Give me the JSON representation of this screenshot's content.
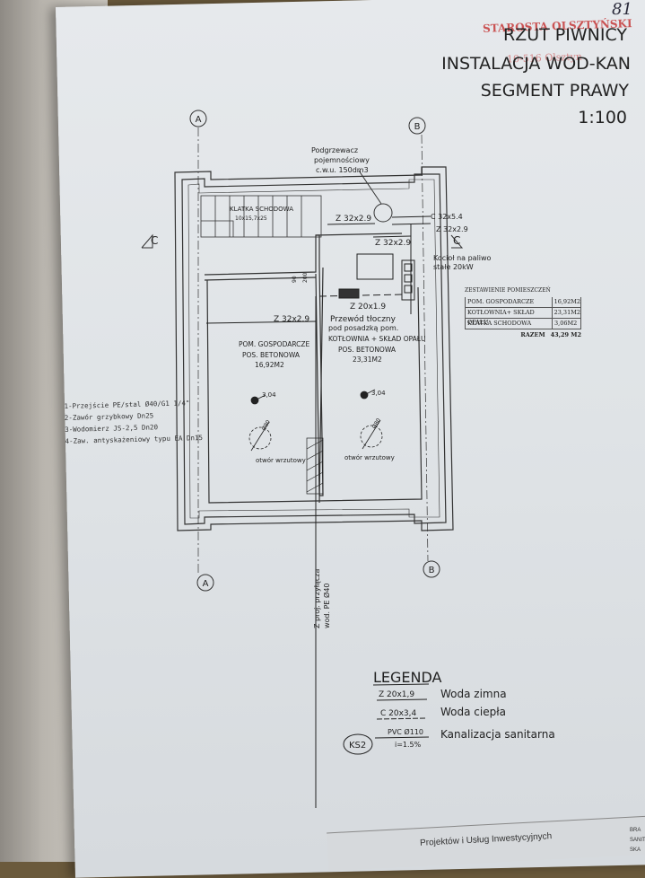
{
  "page_number": "81",
  "stamp": {
    "line1": "STAROSTA OLSZTYŃSKI",
    "line2": "10-516 Olsztyn"
  },
  "title": {
    "line1": "RZUT PIWNICY",
    "line2": "INSTALACJA WOD-KAN",
    "line3": "SEGMENT PRAWY",
    "scale": "1:100"
  },
  "axes": {
    "a": "A",
    "b": "B"
  },
  "section_marker": "C",
  "plan": {
    "heater_label_1": "Podgrzewacz",
    "heater_label_2": "pojemnościowy",
    "heater_label_3": "c.w.u. 150dm3",
    "stair_label": "KLATKA SCHODOWA",
    "stair_dims": "10x15,7x25",
    "pipe_z_32_top": "Z 32x2.9",
    "pipe_c_32": "C 32x5.4",
    "pipe_z_32_right": "Z 32x2.9",
    "pipe_z_32_mid": "Z 32x2.9",
    "pipe_z_20": "Z 20x1.9",
    "boiler_1": "Kocioł na paliwo",
    "boiler_2": "stałe 20kW",
    "dim_90": "90",
    "dim_200": "200",
    "pressure_1": "Przewód tłoczny",
    "pressure_2": "pod posadzką pom.",
    "room1_name": "POM. GOSPODARCZE",
    "room1_floor": "POS. BETONOWA",
    "room1_area": "16,92M2",
    "room2_name": "KOTŁOWNIA + SKŁAD OPAŁU",
    "room2_floor": "POS. BETONOWA",
    "room2_area": "23,31M2",
    "level_1": "3,04",
    "level_2": "3,04",
    "drain_1": "otwór wrzutowy",
    "drain_2": "otwór wrzutowy",
    "drain_pipe_1": "Ø80",
    "drain_pipe_2": "Ø80",
    "supply_1": "Z proj. przyłącza",
    "supply_2": "wod. PE Ø40"
  },
  "notes": [
    "1-Przejście PE/stal Ø40/G1 1/4\"",
    "2-Zawór grzybkowy Dn25",
    "3-Wodomierz JS-2,5 Dn20",
    "4-Zaw. antyskażeniowy typu EA Dn15"
  ],
  "room_table": {
    "header": "ZESTAWIENIE POMIESZCZEŃ",
    "rows": [
      {
        "name": "POM. GOSPODARCZE",
        "area": "16,92M2"
      },
      {
        "name": "KOTŁOWNIA+ SKŁAD OPAŁU",
        "area": "23,31M2"
      },
      {
        "name": "KLATKA SCHODOWA",
        "area": "3,06M2"
      }
    ],
    "total_label": "RAZEM",
    "total_value": "43,29 M2"
  },
  "legend": {
    "title": "LEGENDA",
    "cold_pipe": "Z 20x1,9",
    "cold_label": "Woda zimna",
    "hot_pipe": "C 20x3,4",
    "hot_label": "Woda ciepła",
    "sewer_tag": "KS2",
    "sewer_pipe": "PVC Ø110",
    "sewer_slope": "i=1.5%",
    "sewer_label": "Kanalizacja sanitarna"
  },
  "footer": {
    "text": "Projektów i Usług Inwestycyjnych",
    "side_1": "BRA",
    "side_2": "SANITA",
    "side_3": "SKA"
  }
}
